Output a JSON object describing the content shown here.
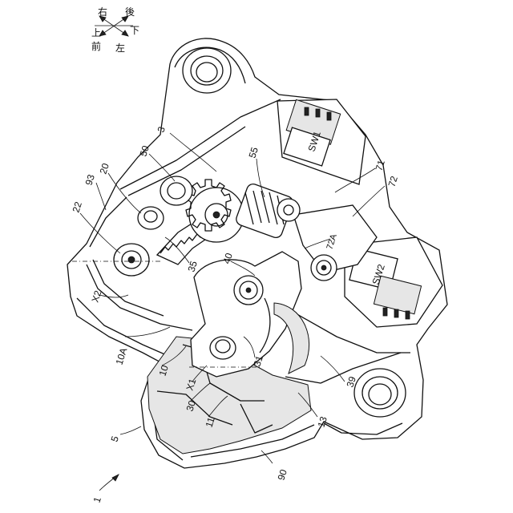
{
  "compass": {
    "right": "右",
    "up": "上",
    "front": "前",
    "rear": "後",
    "down": "下",
    "left": "左"
  },
  "labels": {
    "l1": "1",
    "l3": "3",
    "l5": "5",
    "l10": "10",
    "l10A": "10A",
    "l11": "11",
    "l13": "13",
    "l20": "20",
    "l22": "22",
    "l30": "30",
    "l31": "31",
    "l35": "35",
    "l39": "39",
    "l40": "40",
    "l50": "50",
    "l55": "55",
    "l71": "71",
    "l72": "72",
    "l72A": "72A",
    "l90": "90",
    "l93": "93",
    "lX1": "X1",
    "lX2": "X2",
    "lSW1": "SW1",
    "lSW2": "SW2"
  }
}
